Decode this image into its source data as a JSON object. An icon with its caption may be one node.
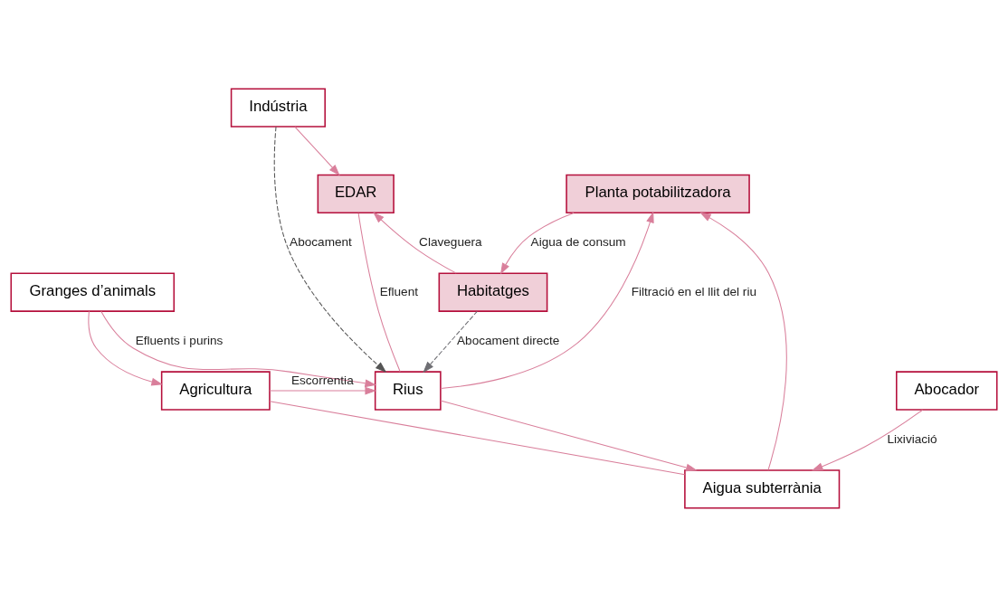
{
  "diagram": {
    "nodes": [
      {
        "text": [
          "Indústria"
        ]
      },
      {
        "text": [
          "Habitatges"
        ]
      },
      {
        "text": [
          "Granges d’animals"
        ]
      },
      {
        "text": [
          "Planta potabilitzadora"
        ]
      },
      {
        "text": [
          "EDAR"
        ]
      },
      {
        "text": [
          "Rius"
        ]
      },
      {
        "text": [
          "Agricultura"
        ]
      },
      {
        "text": [
          "Aigua subterrània"
        ]
      },
      {
        "text": [
          "Abocador"
        ]
      }
    ],
    "edges": [
      {
        "from": 3,
        "to": 1,
        "arrow": "to",
        "label": "Aigua de consum"
      },
      {
        "from": 1,
        "to": 4,
        "arrow": "to",
        "label": "Claveguera"
      },
      {
        "from": 0,
        "to": 4,
        "arrow": "to"
      },
      {
        "from": 0,
        "to": 5,
        "arrow": "to",
        "label": "Abocament",
        "style": "dashed",
        "color": "#555555"
      },
      {
        "from": 1,
        "to": 5,
        "arrow": "to",
        "label": "Abocament directe",
        "style": "dashed",
        "color": "#6e6e73"
      },
      {
        "from": 4,
        "to": 5,
        "arrow": "none",
        "label": "Efluent"
      },
      {
        "from": 2,
        "to": 5,
        "arrow": "to",
        "label": "Efluents i purins"
      },
      {
        "from": 2,
        "to": 6,
        "arrow": "to"
      },
      {
        "from": 5,
        "to": 3,
        "arrow": "to",
        "label": "Filtració en el llit del riu"
      },
      {
        "from": 5,
        "to": 7,
        "arrow": "to"
      },
      {
        "from": 7,
        "to": 3,
        "arrow": "to"
      },
      {
        "from": 6,
        "to": 5,
        "arrow": "to",
        "label": "Escorrentia"
      },
      {
        "from": 6,
        "to": 7,
        "arrow": "none"
      },
      {
        "from": 8,
        "to": 7,
        "arrow": "to",
        "label": "Lixiviació"
      }
    ]
  }
}
